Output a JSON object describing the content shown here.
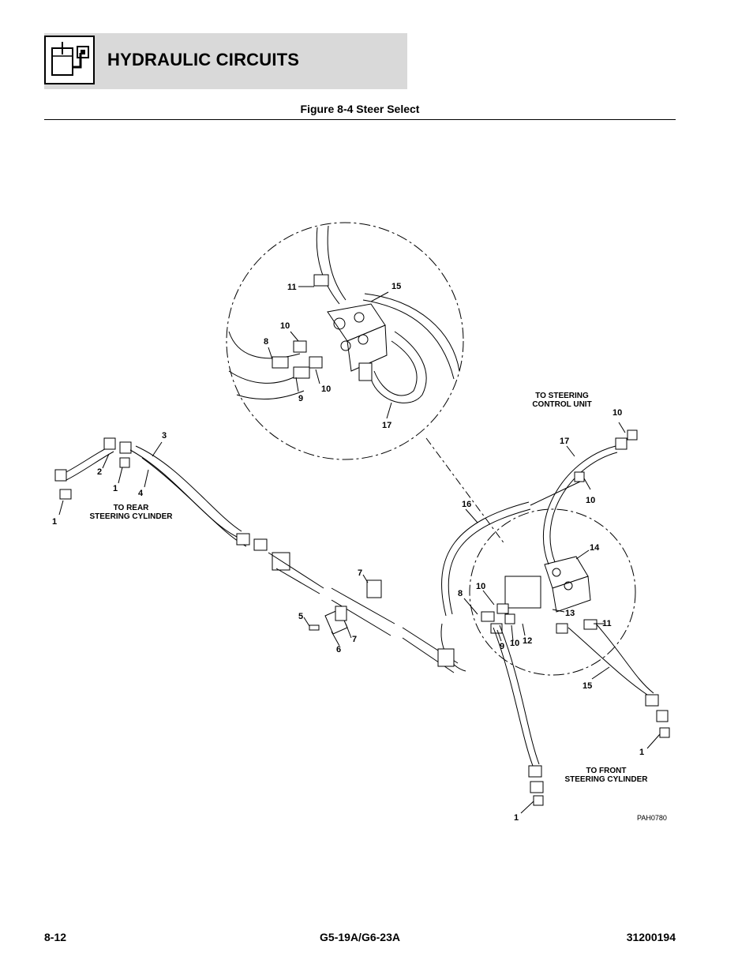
{
  "header": {
    "title": "HYDRAULIC CIRCUITS",
    "icon": "hydraulic-reservoir-icon"
  },
  "figure": {
    "title": "Figure 8-4 Steer Select",
    "ref": "PAH0780",
    "notes": {
      "steering_control": [
        "TO STEERING",
        "CONTROL UNIT"
      ],
      "rear_cylinder": [
        "TO REAR",
        "STEERING CYLINDER"
      ],
      "front_cylinder": [
        "TO FRONT",
        "STEERING CYLINDER"
      ]
    },
    "callouts": {
      "c1a": "1",
      "c1b": "1",
      "c1c": "1",
      "c1d": "1",
      "c2": "2",
      "c3": "3",
      "c4": "4",
      "c5": "5",
      "c6": "6",
      "c7a": "7",
      "c7b": "7",
      "c8a": "8",
      "c8b": "8",
      "c9a": "9",
      "c9b": "9",
      "c10a": "10",
      "c10b": "10",
      "c10c": "10",
      "c10d": "10",
      "c10e": "10",
      "c10f": "10",
      "c11a": "11",
      "c11b": "11",
      "c12": "12",
      "c13": "13",
      "c14": "14",
      "c15a": "15",
      "c15b": "15",
      "c16": "16",
      "c17a": "17",
      "c17b": "17"
    }
  },
  "footer": {
    "page": "8-12",
    "model": "G5-19A/G6-23A",
    "doc_number": "31200194"
  }
}
